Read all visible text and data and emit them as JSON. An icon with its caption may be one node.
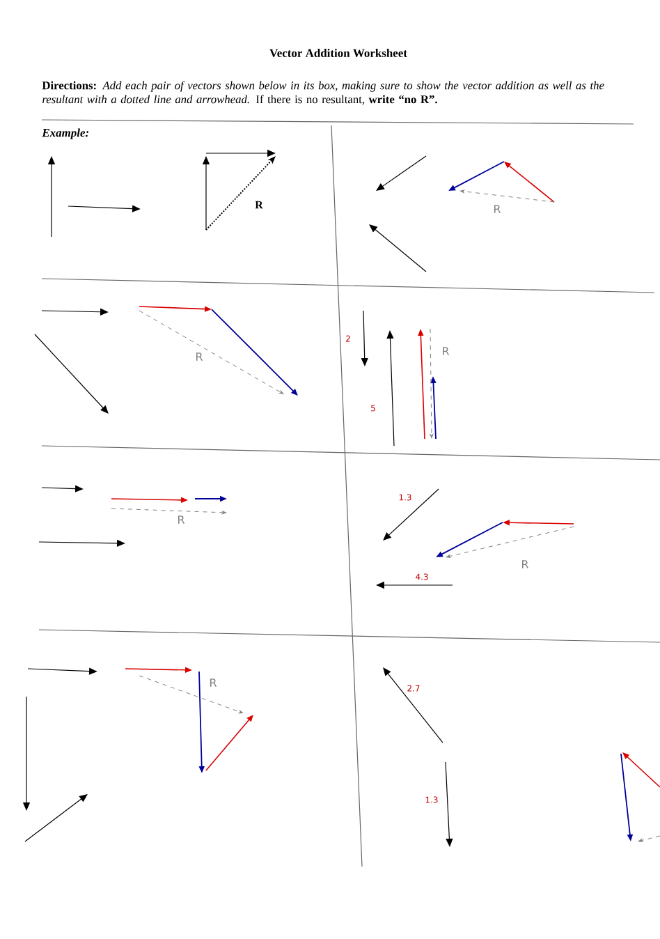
{
  "diagram": {
    "title": "Vector Addition Worksheet",
    "labels": [
      "**Directions:** *Add each pair of vectors shown below in its box, making sure to show the vector addition as well as the resultant with a dotted line and arrowhead.* If there is no resultant, **write “no R”.**",
      "Example:",
      "R",
      "R",
      "R",
      "2",
      "R",
      "5",
      "R",
      "1.3",
      "R",
      "4.3",
      "R",
      "2.7",
      "1.3"
    ]
  }
}
